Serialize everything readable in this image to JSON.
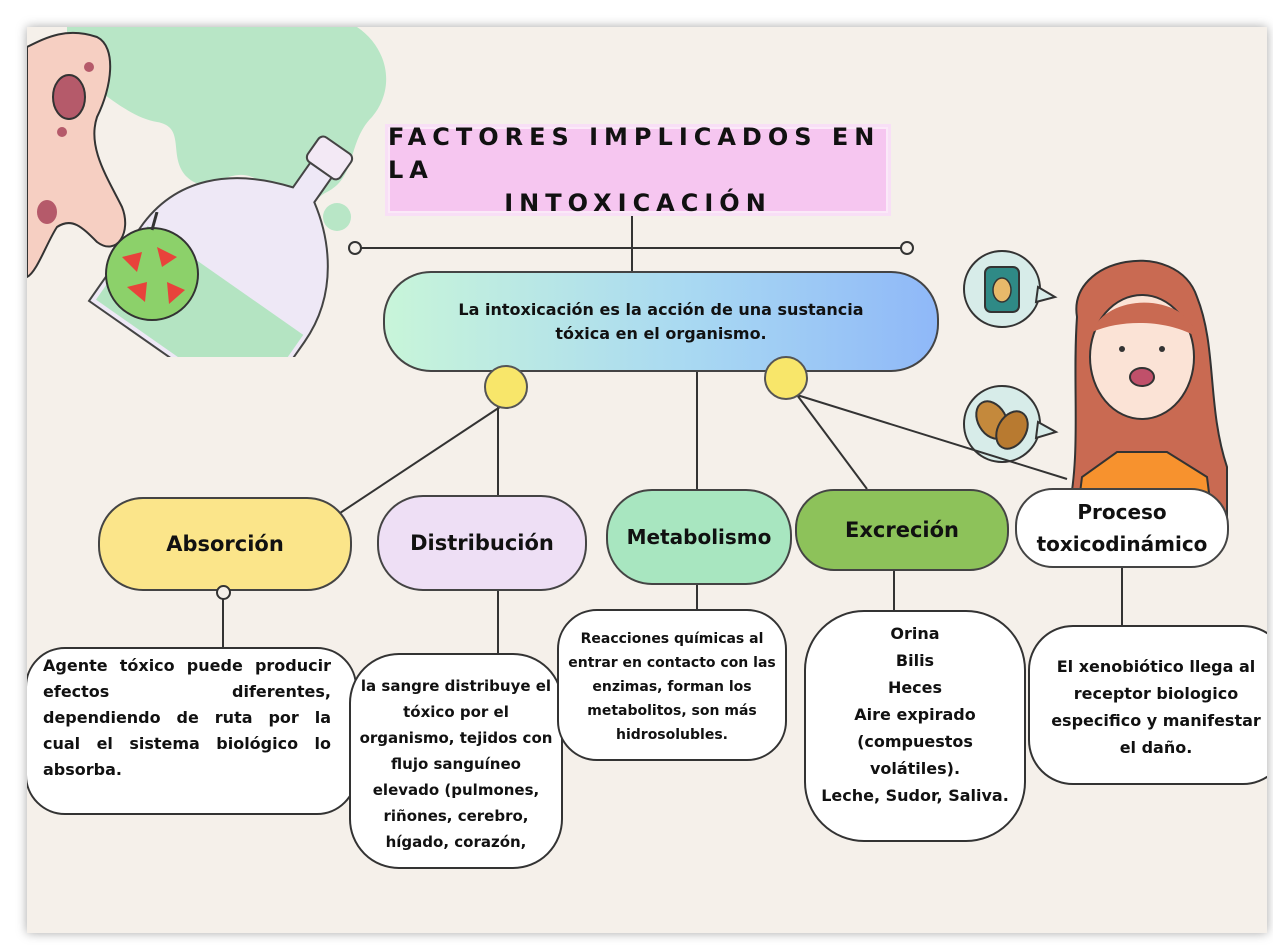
{
  "title": {
    "line1": "FACTORES IMPLICADOS EN LA",
    "line2": "INTOXICACIÓN"
  },
  "central": {
    "text": "La intoxicación es la acción de una sustancia tóxica en el organismo."
  },
  "branches": [
    {
      "label": "Absorción",
      "color": "#fbe58a"
    },
    {
      "label": "Distribución",
      "color": "#eedff5"
    },
    {
      "label": "Metabolismo",
      "color": "#a8e6c0"
    },
    {
      "label": "Excreción",
      "color": "#8dc25a"
    },
    {
      "label": "Proceso toxicodinámico",
      "color": "#ffffff"
    }
  ],
  "descriptions": {
    "absorcion": "Agente tóxico puede producir efectos diferentes, dependiendo de ruta por la cual el sistema biológico lo absorba.",
    "distribucion": "la sangre distribuye el tóxico por el organismo, tejidos con flujo sanguíneo elevado (pulmones, riñones, cerebro, hígado, corazón,",
    "metabolismo": "Reacciones químicas al entrar en contacto con las enzimas, forman los metabolitos, son más hidrosolubles.",
    "excrecion": [
      "Orina",
      "Bilis",
      "Heces",
      "Aire expirado",
      "(compuestos",
      "volátiles).",
      "Leche, Sudor, Saliva."
    ],
    "proceso": "El xenobiótico llega al receptor biologico especifico y manifestar el daño."
  },
  "colors": {
    "background": "#f5f0ea",
    "title_box": "#f6c6f0",
    "connector_circle": "#f8e66a",
    "slime": "#b8e6c6"
  },
  "icons": [
    "hand-icon",
    "poison-bottle-icon",
    "poisoned-apple-icon",
    "peanut-jar-icon",
    "peanuts-icon",
    "allergic-girl-icon"
  ]
}
